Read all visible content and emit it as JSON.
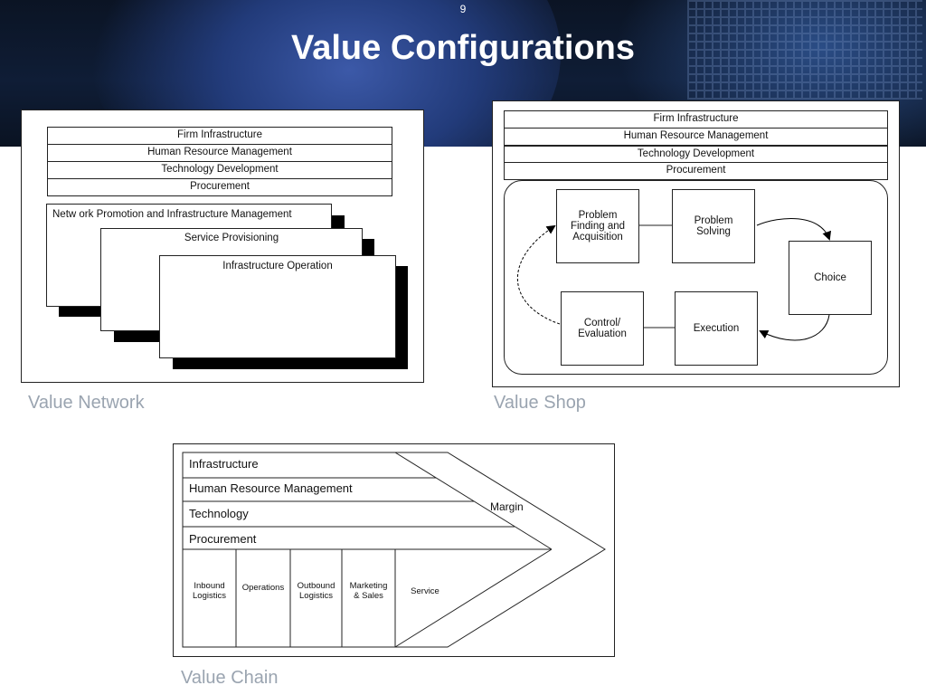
{
  "slide": {
    "number": "9",
    "title": "Value Configurations"
  },
  "value_network": {
    "caption": "Value Network",
    "support_rows": [
      "Firm Infrastructure",
      "Human Resource Management",
      "Technology Development",
      "Procurement"
    ],
    "layers": [
      "Netw ork Promotion and Infrastructure Management",
      "Service Provisioning",
      "Infrastructure Operation"
    ]
  },
  "value_shop": {
    "caption": "Value Shop",
    "support_rows": [
      "Firm Infrastructure",
      "Human Resource Management",
      "Technology Development",
      "Procurement"
    ],
    "activities": {
      "problem_finding": "Problem Finding and Acquisition",
      "problem_solving": "Problem Solving",
      "choice": "Choice",
      "execution": "Execution",
      "control": "Control/ Evaluation"
    }
  },
  "value_chain": {
    "caption": "Value Chain",
    "support_rows": [
      "Infrastructure",
      "Human Resource Management",
      "Technology",
      "Procurement"
    ],
    "margin_label": "Margin",
    "primary": [
      "Inbound Logistics",
      "Operations",
      "Outbound Logistics",
      "Marketing & Sales",
      "Service"
    ]
  }
}
